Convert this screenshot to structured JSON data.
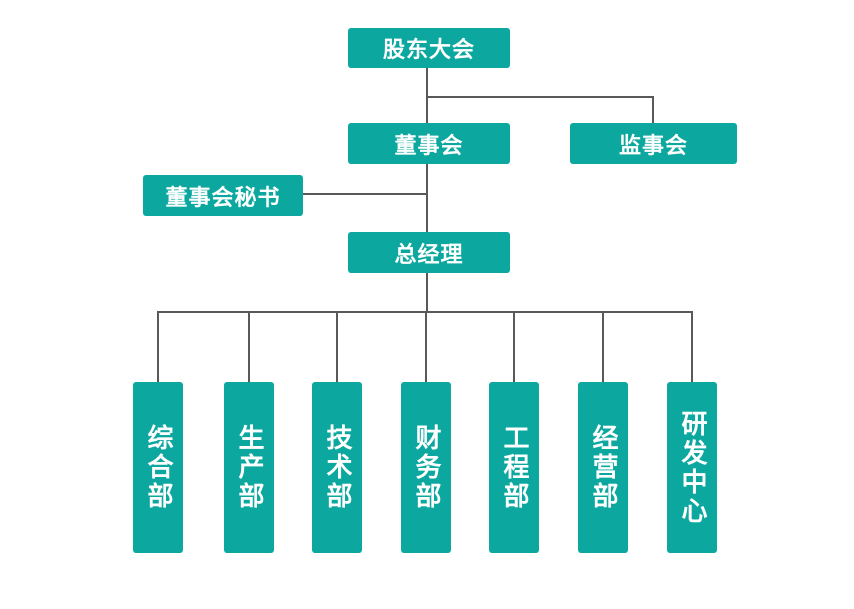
{
  "chart": {
    "type": "org-chart",
    "colors": {
      "node_fill": "#0CA8A0",
      "node_text": "#FFFFFF",
      "connector": "#595959",
      "background": "#FFFFFF"
    },
    "nodes": {
      "shareholders": {
        "label": "股东大会"
      },
      "board": {
        "label": "董事会"
      },
      "supervisors": {
        "label": "监事会"
      },
      "secretary": {
        "label": "董事会秘书"
      },
      "gm": {
        "label": "总经理"
      },
      "departments": [
        {
          "label": "综合部"
        },
        {
          "label": "生产部"
        },
        {
          "label": "技术部"
        },
        {
          "label": "财务部"
        },
        {
          "label": "工程部"
        },
        {
          "label": "经营部"
        },
        {
          "label": "研发中心"
        }
      ]
    },
    "edges": [
      {
        "from": "股东大会",
        "to": "董事会"
      },
      {
        "from": "股东大会",
        "to": "监事会"
      },
      {
        "from": "董事会",
        "to": "董事会秘书"
      },
      {
        "from": "董事会",
        "to": "总经理"
      },
      {
        "from": "总经理",
        "to": "综合部"
      },
      {
        "from": "总经理",
        "to": "生产部"
      },
      {
        "from": "总经理",
        "to": "技术部"
      },
      {
        "from": "总经理",
        "to": "财务部"
      },
      {
        "from": "总经理",
        "to": "工程部"
      },
      {
        "from": "总经理",
        "to": "经营部"
      },
      {
        "from": "总经理",
        "to": "研发中心"
      }
    ]
  }
}
